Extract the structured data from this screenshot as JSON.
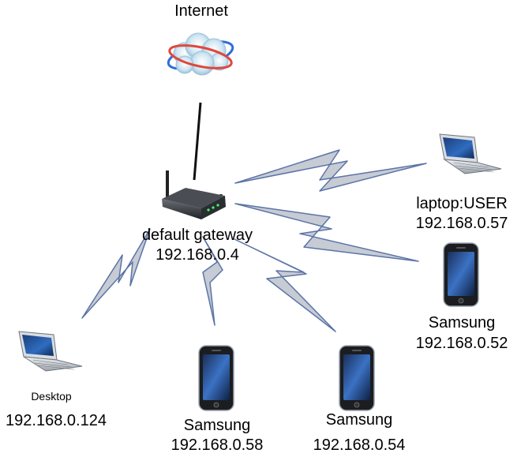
{
  "internet": {
    "label": "Internet"
  },
  "gateway": {
    "name": "default gateway",
    "ip": "192.168.0.4"
  },
  "devices": [
    {
      "id": "laptop-user",
      "type": "laptop",
      "name": "laptop:USER",
      "ip": "192.168.0.57"
    },
    {
      "id": "samsung-52",
      "type": "phone",
      "name": "Samsung",
      "ip": "192.168.0.52"
    },
    {
      "id": "desktop",
      "type": "laptop",
      "name": "Desktop",
      "ip": "192.168.0.124"
    },
    {
      "id": "samsung-58",
      "type": "phone",
      "name": "Samsung",
      "ip": "192.168.0.58"
    },
    {
      "id": "samsung-54",
      "type": "phone",
      "name": "Samsung",
      "ip": "192.168.0.54"
    }
  ],
  "colors": {
    "bolt_fill": "#c7cbd3",
    "bolt_stroke": "#5b74a8",
    "antenna": "#111111"
  }
}
